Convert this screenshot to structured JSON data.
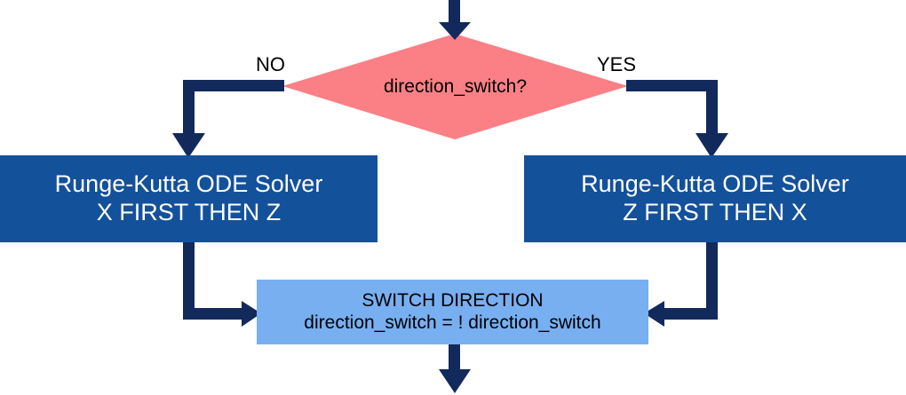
{
  "diagram": {
    "type": "flowchart",
    "title": "direction switch flowchart",
    "background": "#FFFFFF",
    "colors": {
      "decision_fill": "#FA8086",
      "process_fill": "#14519B",
      "process_text": "#FFFFFF",
      "switch_fill": "#77AFF1",
      "switch_text": "#000000",
      "connector": "#12295C",
      "label_text": "#000000"
    },
    "decision": {
      "name": "direction-switch-decision",
      "text": "direction_switch?",
      "shape": "diamond"
    },
    "edge_labels": {
      "no": "NO",
      "yes": "YES"
    },
    "nodes": {
      "left_solver": {
        "name": "runge-kutta-x-first",
        "line1": "Runge-Kutta ODE Solver",
        "line2": "X FIRST THEN Z"
      },
      "right_solver": {
        "name": "runge-kutta-z-first",
        "line1": "Runge-Kutta ODE Solver",
        "line2": "Z FIRST THEN X"
      },
      "switch_direction": {
        "name": "switch-direction",
        "line1": "SWITCH DIRECTION",
        "line2": "direction_switch = ! direction_switch"
      }
    }
  }
}
